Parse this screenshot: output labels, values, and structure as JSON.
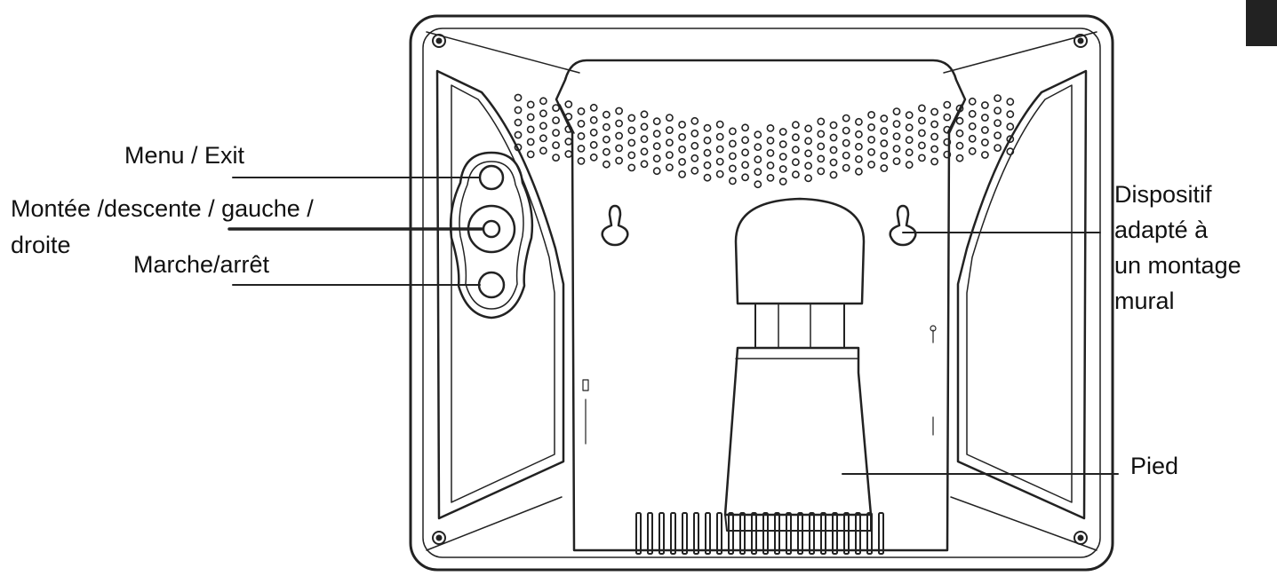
{
  "labels": {
    "menu_exit": "Menu / Exit",
    "nav_line1": "Montée /descente / gauche /",
    "nav_line2": "droite",
    "power": "Marche/arrêt",
    "wall_line1": "Dispositif",
    "wall_line2": "adapté à",
    "wall_line3": "un montage",
    "wall_line4": "mural",
    "stand": "Pied"
  },
  "colors": {
    "stroke": "#222222",
    "background": "#ffffff"
  }
}
